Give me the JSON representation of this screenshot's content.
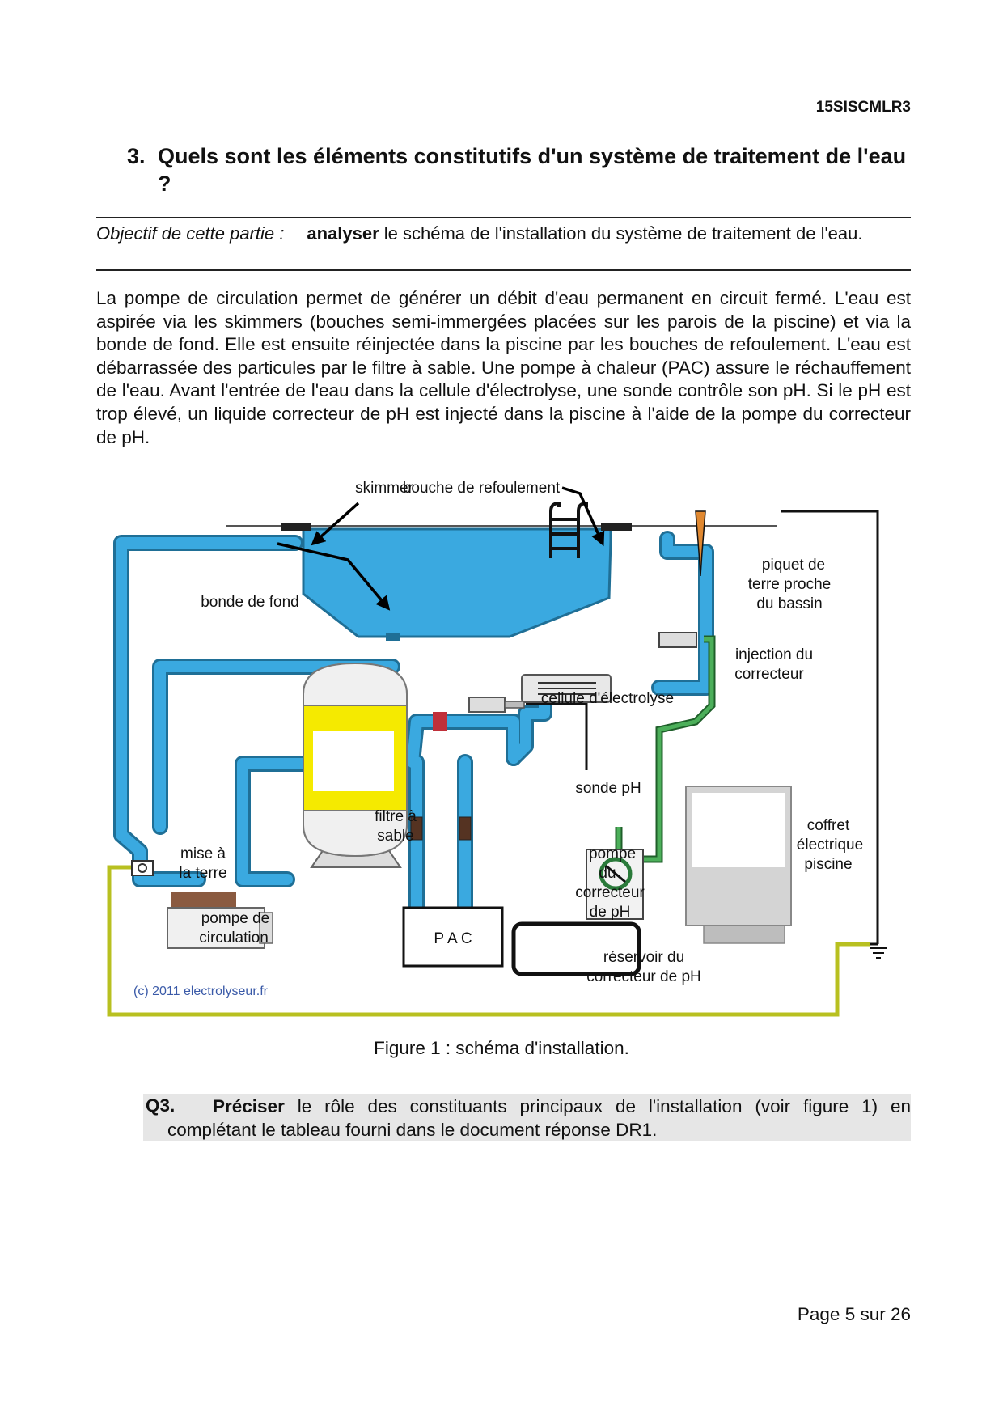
{
  "header": {
    "doc_code": "15SISCMLR3"
  },
  "section": {
    "number": "3.",
    "title": "Quels sont les éléments constitutifs d'un système de traitement de l'eau ?"
  },
  "objective": {
    "label": "Objectif de cette partie :",
    "verb": "analyser",
    "text": "le schéma de l'installation du système de traitement de l'eau."
  },
  "intro": "La pompe de circulation permet de générer un débit d'eau permanent en circuit fermé. L'eau est aspirée via les skimmers (bouches semi-immergées placées sur les parois de la piscine) et via la bonde de fond. Elle est ensuite réinjectée dans la piscine par les bouches de refoulement. L'eau est débarrassée des particules par le filtre à sable. Une pompe à chaleur (PAC) assure le réchauffement de l'eau. Avant l'entrée de l'eau dans la cellule d'électrolyse, une sonde contrôle son pH. Si le pH est trop élevé, un liquide correcteur de pH est injecté dans la piscine à l'aide de la pompe du correcteur de pH.",
  "figure": {
    "labels": {
      "skimmer": "skimmer",
      "bouche": "bouche de refoulement",
      "bonde": "bonde de fond",
      "piquet_1": "piquet de",
      "piquet_2": "terre proche",
      "piquet_3": "du bassin",
      "injection_1": "injection du",
      "injection_2": "correcteur",
      "cellule": "cellule d'électrolyse",
      "sonde": "sonde pH",
      "filtre_1": "filtre à",
      "filtre_2": "sable",
      "mise_1": "mise à",
      "mise_2": "la terre",
      "pompe_circ_1": "pompe de",
      "pompe_circ_2": "circulation",
      "pac": "P A C",
      "pompe_corr_1": "pompe",
      "pompe_corr_2": "du",
      "pompe_corr_3": "correcteur",
      "pompe_corr_4": "de pH",
      "reservoir_1": "réservoir du",
      "reservoir_2": "correcteur de pH",
      "coffret_1": "coffret",
      "coffret_2": "électrique",
      "coffret_3": "piscine",
      "copyright": "(c) 2011 electrolyseur.fr"
    },
    "colors": {
      "water": "#3aa9e0",
      "pipe_outline": "#1f6f96",
      "filter": "#f5ea00",
      "earth_wire": "#b8c020",
      "corrector_pipe": "#3a9a4a"
    },
    "caption": "Figure 1 : schéma d'installation."
  },
  "question": {
    "number": "Q3.",
    "verb": "Préciser",
    "text": "le rôle des constituants principaux de l'installation (voir figure 1) en complétant le tableau fourni dans le document réponse DR1."
  },
  "footer": {
    "page": "Page 5 sur 26"
  }
}
